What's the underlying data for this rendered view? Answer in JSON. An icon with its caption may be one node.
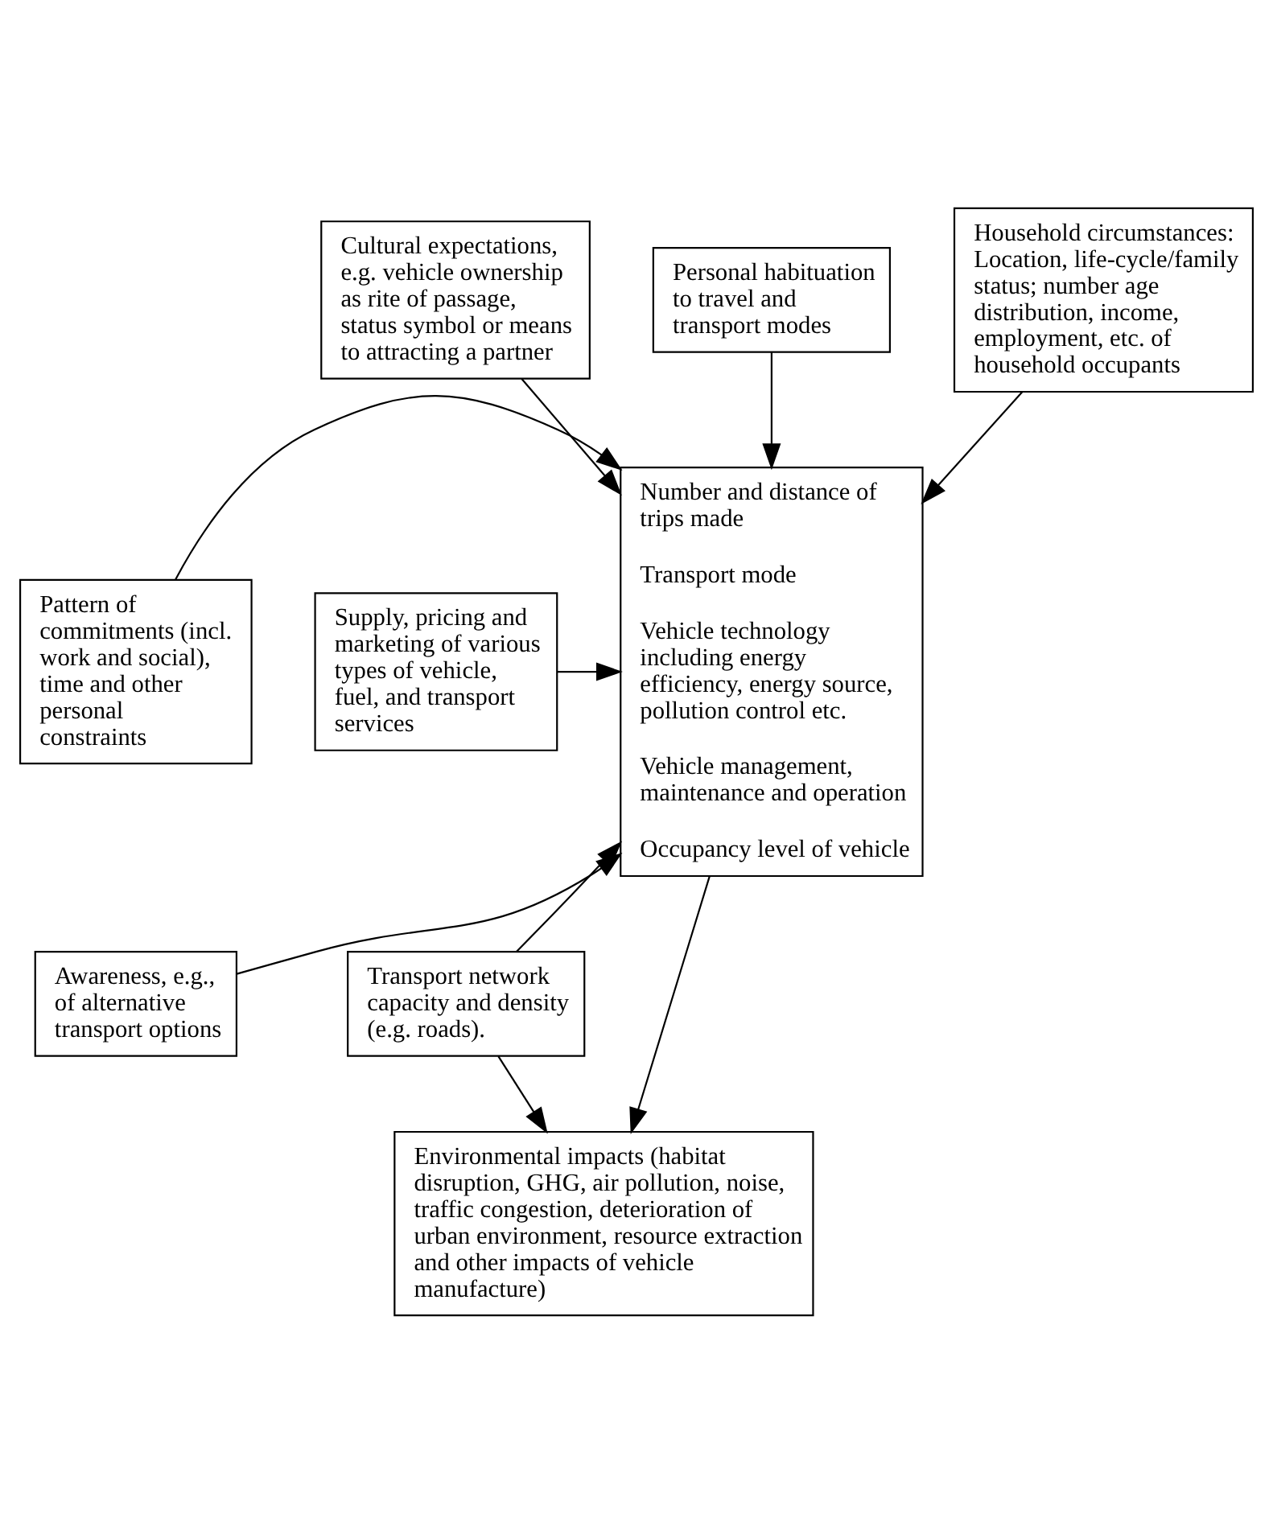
{
  "diagram": {
    "nodes": [
      {
        "text": [
          "Cultural expectations, e.g. vehicle ownership as rite of passage, status symbol or means to attracting a partner"
        ]
      },
      {
        "text": [
          "Personal habituation to travel and transport modes"
        ]
      },
      {
        "text": [
          "Household circumstances: Location, life-cycle/family status; number age distribution, income, employment, etc. of household occupants"
        ]
      },
      {
        "text": [
          "Pattern of commitments (incl. work and social), time and other personal constraints"
        ]
      },
      {
        "text": [
          "Number and distance of trips made",
          "Transport mode",
          "Vehicle technology including energy efficiency, energy source, pollution control etc.",
          "Vehicle management, maintenance and operation",
          "Occupancy level of vehicle"
        ]
      },
      {
        "text": [
          "Supply, pricing and marketing of various types of vehicle, fuel, and transport services"
        ]
      },
      {
        "text": [
          "Awareness, e.g., of alternative transport options"
        ]
      },
      {
        "text": [
          "Transport network capacity and density (e.g. roads)."
        ]
      },
      {
        "text": [
          "Environmental impacts (habitat disruption, GHG, air pollution, noise, traffic congestion, deterioration of urban environment, resource extraction and other impacts of vehicle manufacture)"
        ]
      }
    ],
    "edges": [
      {
        "from": 0,
        "to": 4,
        "arrow": "to"
      },
      {
        "from": 1,
        "to": 4,
        "arrow": "to"
      },
      {
        "from": 2,
        "to": 4,
        "arrow": "to"
      },
      {
        "from": 3,
        "to": 4,
        "arrow": "to"
      },
      {
        "from": 5,
        "to": 4,
        "arrow": "to"
      },
      {
        "from": 6,
        "to": 4,
        "arrow": "to"
      },
      {
        "from": 7,
        "to": 4,
        "arrow": "to"
      },
      {
        "from": 4,
        "to": 8,
        "arrow": "to"
      },
      {
        "from": 7,
        "to": 8,
        "arrow": "to"
      }
    ]
  }
}
